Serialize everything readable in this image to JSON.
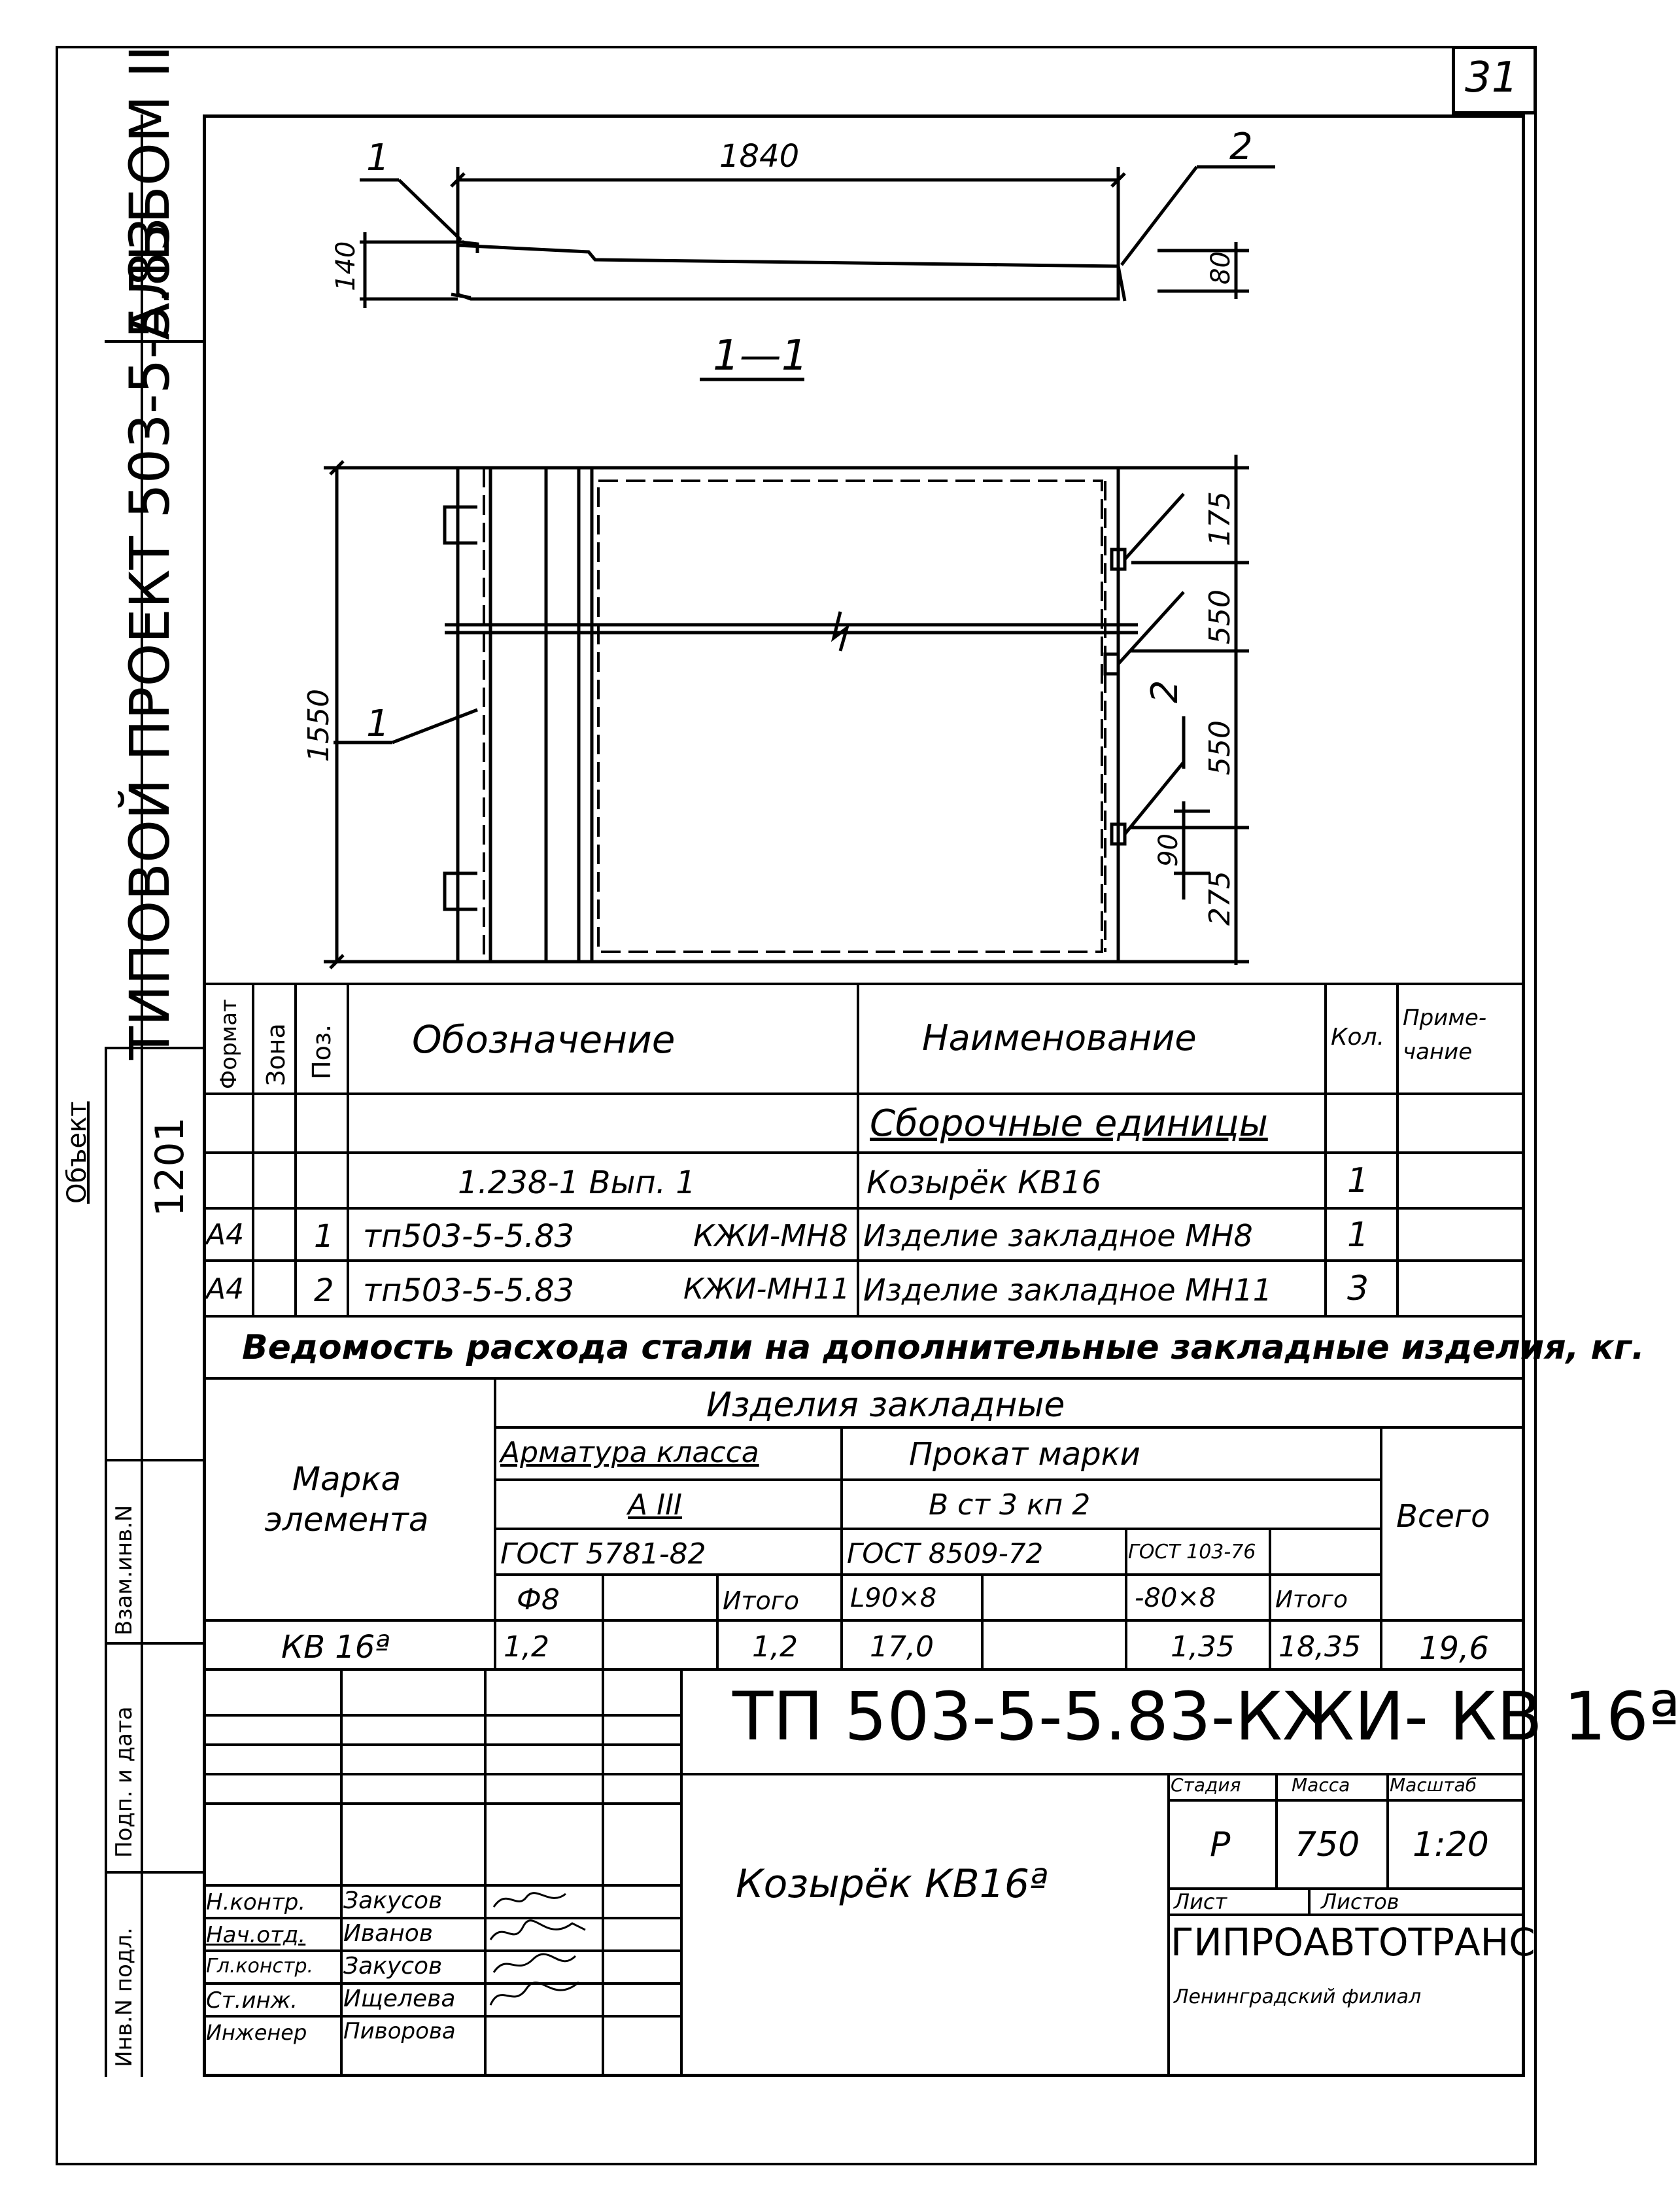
{
  "sheet": {
    "number": "31",
    "side_title": "ТИПОВОЙ ПРОЕКТ 503-5-5.83",
    "album": "АЛЬБОМ II",
    "object_label": "Объект",
    "object_value": "1201",
    "side_rows": [
      "Взам.инв.N",
      "Подп. и дата",
      "Инв.N подл."
    ]
  },
  "drawing": {
    "dim_top": "1840",
    "dim_140": "140",
    "dim_80": "80",
    "callout_1": "1",
    "callout_2": "2",
    "section_label": "1—1",
    "dim_1550": "1550",
    "dim_175": "175",
    "dim_550a": "550",
    "dim_550b": "550",
    "dim_275": "275",
    "dim_90": "90",
    "plan_callout_1": "1",
    "plan_callout_2": "2"
  },
  "spec_table": {
    "headers": {
      "format": "Формат",
      "zone": "Зона",
      "pos": "Поз.",
      "designation": "Обозначение",
      "name": "Наименование",
      "qty": "Кол.",
      "note": "Приме-чание"
    },
    "section_title": "Сборочные единицы",
    "rows": [
      {
        "format": "",
        "pos": "",
        "designation": "1.238-1  Вып. 1",
        "designation_right": "",
        "name": "Козырёк    КВ16",
        "qty": "1"
      },
      {
        "format": "А4",
        "pos": "1",
        "designation": "тп503-5-5.83",
        "designation_right": "КЖИ-МН8",
        "name": "Изделие закладное МН8",
        "qty": "1"
      },
      {
        "format": "А4",
        "pos": "2",
        "designation": "тп503-5-5.83",
        "designation_right": "КЖИ-МН11",
        "name": "Изделие закладное МН11",
        "qty": "3"
      }
    ]
  },
  "steel_table": {
    "title": "Ведомость расхода стали на дополнительные закладные изделия, кг.",
    "subtitle": "Изделия  закладные",
    "mark_header": "Марка элемента",
    "rebar_class": "Арматура класса",
    "rebar_grade": "А III",
    "rebar_gost": "ГОСТ 5781-82",
    "rolled_mark": "Прокат марки",
    "rolled_grade": "В ст 3 кп 2",
    "rolled_gost_1": "ГОСТ 8509-72",
    "rolled_gost_2": "ГОСТ 103-76",
    "col_d8": "Ф8",
    "col_total1": "Итого",
    "col_angle": "L90×8",
    "col_strip": "-80×8",
    "col_total2": "Итого",
    "total_header": "Всего",
    "row": {
      "mark": "КВ 16ª",
      "d8": "1,2",
      "total1": "1,2",
      "angle": "17,0",
      "strip": "1,35",
      "total2": "18,35",
      "all": "19,6"
    }
  },
  "title_block": {
    "code": "ТП 503-5-5.83-КЖИ- КВ 16ª",
    "name": "Козырёк КВ16ª",
    "stage_label": "Стадия",
    "mass_label": "Масса",
    "scale_label": "Масштаб",
    "stage": "Р",
    "mass": "750",
    "scale": "1:20",
    "sheet_label": "Лист",
    "sheets_label": "Листов",
    "org": "ГИПРОАВТОТРАНС",
    "branch": "Ленинградский филиал",
    "staff": [
      {
        "role": "Н.контр.",
        "name": "Закусов"
      },
      {
        "role": "Нач.отд.",
        "name": "Иванов"
      },
      {
        "role": "Гл.констр.",
        "name": "Закусов"
      },
      {
        "role": "Ст.инж.",
        "name": "Ищелева"
      },
      {
        "role": "Инженер",
        "name": "Пиворова"
      }
    ]
  }
}
